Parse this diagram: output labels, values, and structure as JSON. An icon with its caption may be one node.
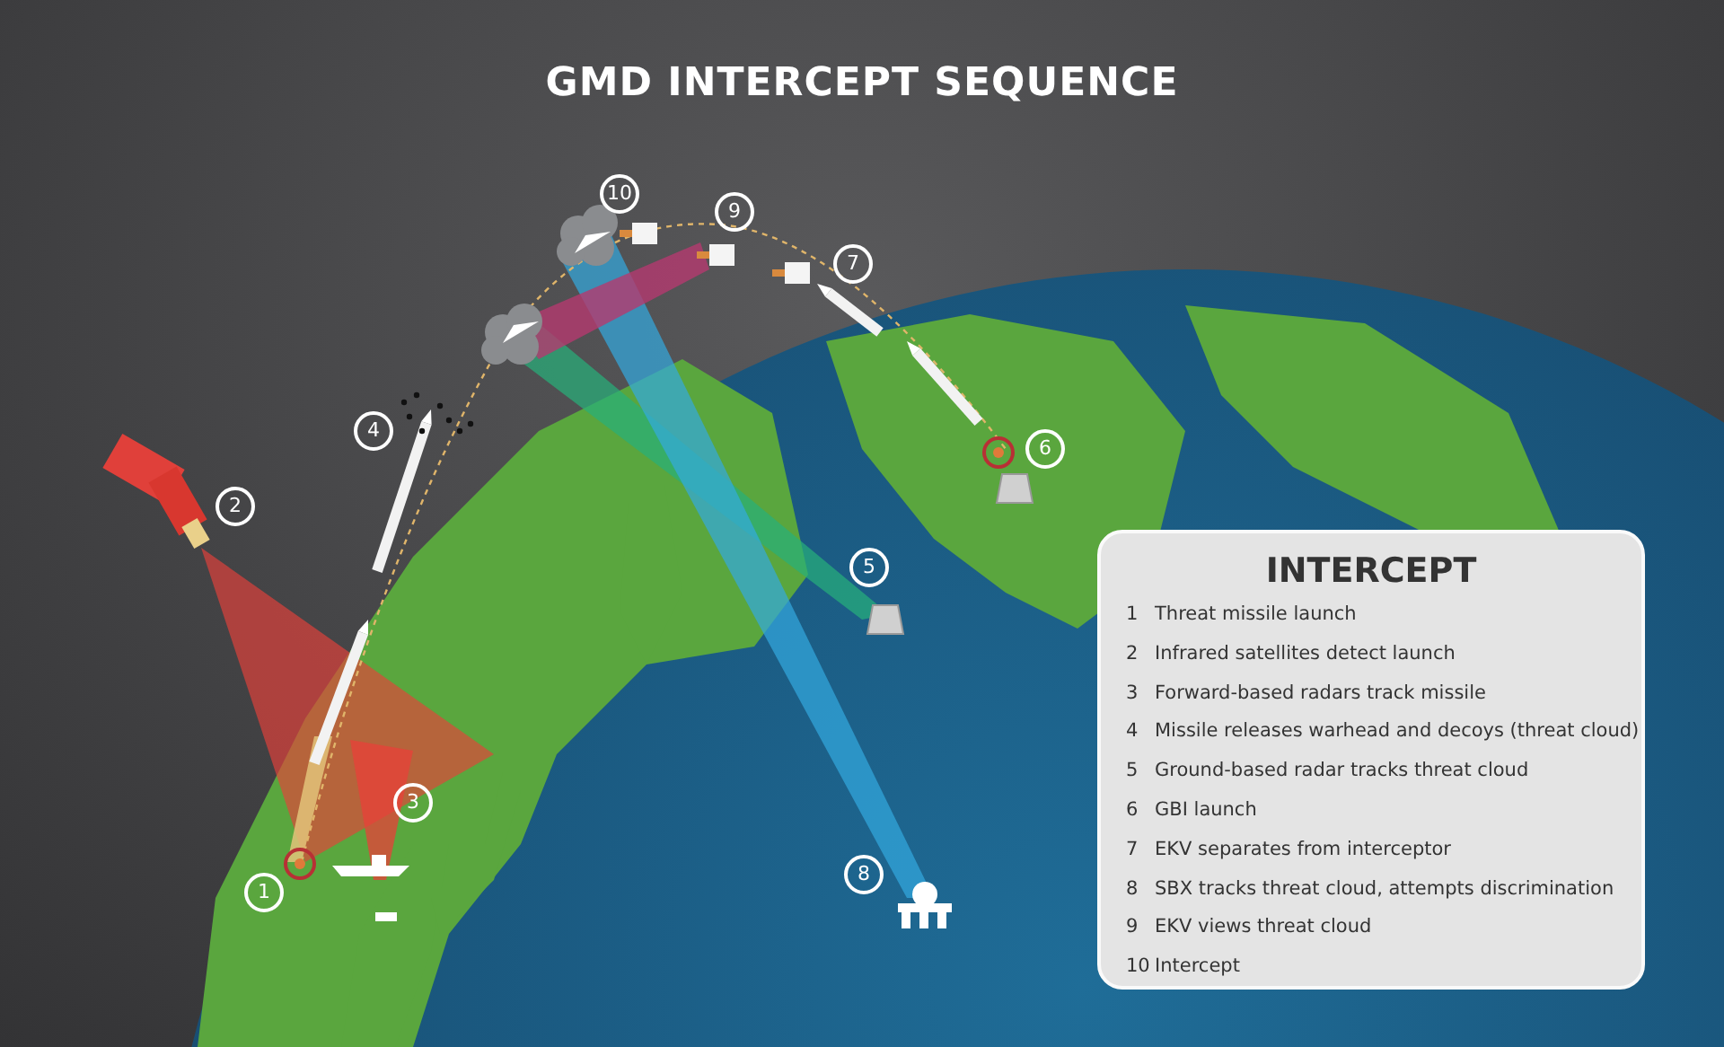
{
  "diagram": {
    "title": "GMD INTERCEPT SEQUENCE",
    "nodes": [
      {
        "text": [
          "INTERCEPT"
        ]
      }
    ],
    "labels": [
      "10",
      "9",
      "7",
      "4",
      "6",
      "2",
      "5",
      "3",
      "8",
      "1",
      "1",
      "Threat missile launch",
      "2",
      "Infrared satellites detect launch",
      "3",
      "Forward-based radars track missile",
      "4",
      "Missile releases warhead and decoys (threat cloud)",
      "5",
      "Ground-based radar tracks threat cloud",
      "6",
      "GBI launch",
      "7",
      "EKV separates from interceptor",
      "8",
      "SBX tracks threat cloud, attempts discrimination",
      "9",
      "EKV views threat cloud",
      "10",
      "Intercept"
    ]
  }
}
